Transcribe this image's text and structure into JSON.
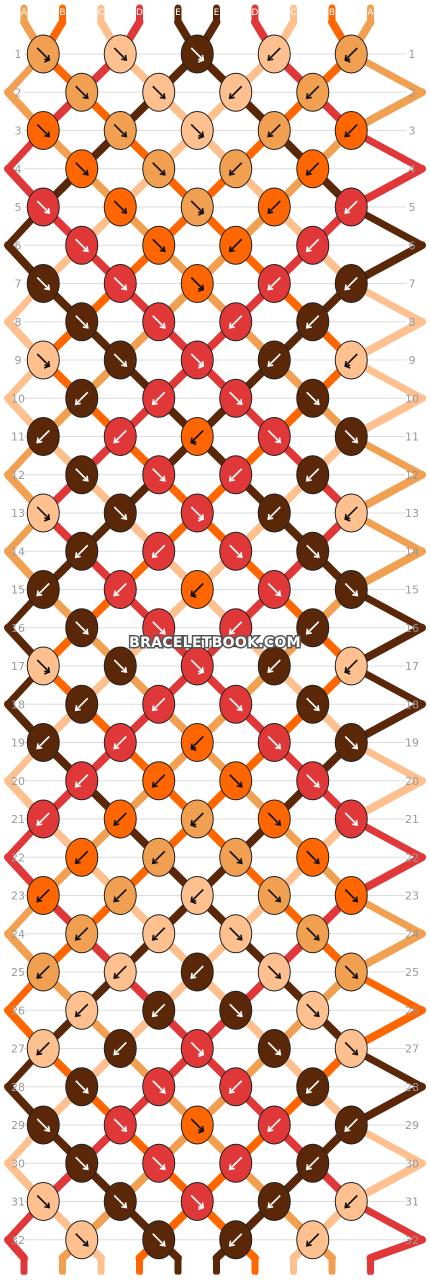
{
  "watermark": "BRACELETBOOK.COM",
  "strand_letters": [
    "A",
    "B",
    "C",
    "D",
    "E",
    "E",
    "D",
    "C",
    "B",
    "A"
  ],
  "row_numbers": [
    "1",
    "2",
    "3",
    "4",
    "5",
    "6",
    "7",
    "8",
    "9",
    "10",
    "11",
    "12",
    "13",
    "14",
    "15",
    "16",
    "17",
    "18",
    "19",
    "20",
    "21",
    "22",
    "23",
    "24",
    "25",
    "26",
    "27",
    "28",
    "29",
    "30",
    "31",
    "32"
  ],
  "palette": {
    "A": "#F0A050",
    "B": "#FF6600",
    "C": "#FFC090",
    "D": "#E03838",
    "E": "#5A2808",
    "outline": "#222222",
    "grid": "#dddddd",
    "label": "#999999"
  },
  "colors_by_letter": {
    "A": "A",
    "B": "B",
    "C": "C",
    "D": "D",
    "E": "E"
  },
  "strand_order": [
    "A",
    "B",
    "C",
    "D",
    "E",
    "E",
    "D",
    "C",
    "B",
    "A"
  ],
  "knot_rows_note": "odd rows: 5 knots (strand pairs 0-1,2-3,4-5,6-7,8-9); even rows: 4 knots (pairs 1-2,3-4,5-6,7-8)",
  "knots": [
    [
      {
        "c": "A",
        "t": "fb"
      },
      {
        "c": "C",
        "t": "f"
      },
      {
        "c": "E",
        "t": "fb"
      },
      {
        "c": "C",
        "t": "b"
      },
      {
        "c": "A",
        "t": "bf"
      }
    ],
    [
      {
        "c": "A",
        "t": "f"
      },
      {
        "c": "C",
        "t": "f"
      },
      {
        "c": "C",
        "t": "b"
      },
      {
        "c": "A",
        "t": "b"
      }
    ],
    [
      {
        "c": "B",
        "t": "f"
      },
      {
        "c": "A",
        "t": "f"
      },
      {
        "c": "C",
        "t": "fb"
      },
      {
        "c": "A",
        "t": "b"
      },
      {
        "c": "B",
        "t": "b"
      }
    ],
    [
      {
        "c": "B",
        "t": "f"
      },
      {
        "c": "A",
        "t": "f"
      },
      {
        "c": "A",
        "t": "b"
      },
      {
        "c": "B",
        "t": "b"
      }
    ],
    [
      {
        "c": "D",
        "t": "f"
      },
      {
        "c": "B",
        "t": "f"
      },
      {
        "c": "A",
        "t": "fb"
      },
      {
        "c": "B",
        "t": "b"
      },
      {
        "c": "D",
        "t": "b"
      }
    ],
    [
      {
        "c": "D",
        "t": "f"
      },
      {
        "c": "B",
        "t": "f"
      },
      {
        "c": "B",
        "t": "b"
      },
      {
        "c": "D",
        "t": "b"
      }
    ],
    [
      {
        "c": "E",
        "t": "f"
      },
      {
        "c": "D",
        "t": "f"
      },
      {
        "c": "B",
        "t": "fb"
      },
      {
        "c": "D",
        "t": "b"
      },
      {
        "c": "E",
        "t": "b"
      }
    ],
    [
      {
        "c": "E",
        "t": "f"
      },
      {
        "c": "D",
        "t": "f"
      },
      {
        "c": "D",
        "t": "b"
      },
      {
        "c": "E",
        "t": "b"
      }
    ],
    [
      {
        "c": "C",
        "t": "fb"
      },
      {
        "c": "E",
        "t": "f"
      },
      {
        "c": "D",
        "t": "fb"
      },
      {
        "c": "E",
        "t": "b"
      },
      {
        "c": "C",
        "t": "bf"
      }
    ],
    [
      {
        "c": "E",
        "t": "b"
      },
      {
        "c": "D",
        "t": "b"
      },
      {
        "c": "D",
        "t": "f"
      },
      {
        "c": "E",
        "t": "f"
      }
    ],
    [
      {
        "c": "E",
        "t": "b"
      },
      {
        "c": "D",
        "t": "b"
      },
      {
        "c": "B",
        "t": "bf"
      },
      {
        "c": "D",
        "t": "f"
      },
      {
        "c": "E",
        "t": "f"
      }
    ],
    [
      {
        "c": "E",
        "t": "f"
      },
      {
        "c": "D",
        "t": "f"
      },
      {
        "c": "D",
        "t": "b"
      },
      {
        "c": "E",
        "t": "b"
      }
    ],
    [
      {
        "c": "C",
        "t": "fb"
      },
      {
        "c": "E",
        "t": "f"
      },
      {
        "c": "D",
        "t": "fb"
      },
      {
        "c": "E",
        "t": "b"
      },
      {
        "c": "C",
        "t": "bf"
      }
    ],
    [
      {
        "c": "E",
        "t": "b"
      },
      {
        "c": "D",
        "t": "b"
      },
      {
        "c": "D",
        "t": "f"
      },
      {
        "c": "E",
        "t": "f"
      }
    ],
    [
      {
        "c": "E",
        "t": "b"
      },
      {
        "c": "D",
        "t": "b"
      },
      {
        "c": "B",
        "t": "bf"
      },
      {
        "c": "D",
        "t": "f"
      },
      {
        "c": "E",
        "t": "f"
      }
    ],
    [
      {
        "c": "E",
        "t": "f"
      },
      {
        "c": "D",
        "t": "f"
      },
      {
        "c": "D",
        "t": "b"
      },
      {
        "c": "E",
        "t": "b"
      }
    ],
    [
      {
        "c": "C",
        "t": "fb"
      },
      {
        "c": "E",
        "t": "f"
      },
      {
        "c": "D",
        "t": "fb"
      },
      {
        "c": "E",
        "t": "b"
      },
      {
        "c": "C",
        "t": "bf"
      }
    ],
    [
      {
        "c": "E",
        "t": "b"
      },
      {
        "c": "D",
        "t": "b"
      },
      {
        "c": "D",
        "t": "f"
      },
      {
        "c": "E",
        "t": "f"
      }
    ],
    [
      {
        "c": "E",
        "t": "b"
      },
      {
        "c": "D",
        "t": "b"
      },
      {
        "c": "B",
        "t": "bf"
      },
      {
        "c": "D",
        "t": "f"
      },
      {
        "c": "E",
        "t": "f"
      }
    ],
    [
      {
        "c": "D",
        "t": "b"
      },
      {
        "c": "B",
        "t": "b"
      },
      {
        "c": "B",
        "t": "f"
      },
      {
        "c": "D",
        "t": "f"
      }
    ],
    [
      {
        "c": "D",
        "t": "b"
      },
      {
        "c": "B",
        "t": "b"
      },
      {
        "c": "A",
        "t": "bf"
      },
      {
        "c": "B",
        "t": "f"
      },
      {
        "c": "D",
        "t": "f"
      }
    ],
    [
      {
        "c": "B",
        "t": "b"
      },
      {
        "c": "A",
        "t": "b"
      },
      {
        "c": "A",
        "t": "f"
      },
      {
        "c": "B",
        "t": "f"
      }
    ],
    [
      {
        "c": "B",
        "t": "b"
      },
      {
        "c": "A",
        "t": "b"
      },
      {
        "c": "C",
        "t": "bf"
      },
      {
        "c": "A",
        "t": "f"
      },
      {
        "c": "B",
        "t": "f"
      }
    ],
    [
      {
        "c": "A",
        "t": "b"
      },
      {
        "c": "C",
        "t": "b"
      },
      {
        "c": "C",
        "t": "f"
      },
      {
        "c": "A",
        "t": "f"
      }
    ],
    [
      {
        "c": "A",
        "t": "b"
      },
      {
        "c": "C",
        "t": "b"
      },
      {
        "c": "E",
        "t": "b"
      },
      {
        "c": "C",
        "t": "f"
      },
      {
        "c": "A",
        "t": "f"
      }
    ],
    [
      {
        "c": "C",
        "t": "b"
      },
      {
        "c": "E",
        "t": "b"
      },
      {
        "c": "E",
        "t": "f"
      },
      {
        "c": "C",
        "t": "f"
      }
    ],
    [
      {
        "c": "C",
        "t": "b"
      },
      {
        "c": "E",
        "t": "b"
      },
      {
        "c": "D",
        "t": "fb"
      },
      {
        "c": "E",
        "t": "f"
      },
      {
        "c": "C",
        "t": "f"
      }
    ],
    [
      {
        "c": "E",
        "t": "f"
      },
      {
        "c": "D",
        "t": "f"
      },
      {
        "c": "D",
        "t": "b"
      },
      {
        "c": "E",
        "t": "b"
      }
    ],
    [
      {
        "c": "E",
        "t": "f"
      },
      {
        "c": "D",
        "t": "f"
      },
      {
        "c": "B",
        "t": "fb"
      },
      {
        "c": "D",
        "t": "b"
      },
      {
        "c": "E",
        "t": "b"
      }
    ],
    [
      {
        "c": "E",
        "t": "f"
      },
      {
        "c": "D",
        "t": "f"
      },
      {
        "c": "D",
        "t": "b"
      },
      {
        "c": "E",
        "t": "b"
      }
    ],
    [
      {
        "c": "C",
        "t": "f"
      },
      {
        "c": "E",
        "t": "f"
      },
      {
        "c": "D",
        "t": "fb"
      },
      {
        "c": "E",
        "t": "b"
      },
      {
        "c": "C",
        "t": "b"
      }
    ],
    [
      {
        "c": "C",
        "t": "f"
      },
      {
        "c": "E",
        "t": "f"
      },
      {
        "c": "E",
        "t": "b"
      },
      {
        "c": "C",
        "t": "b"
      }
    ]
  ]
}
